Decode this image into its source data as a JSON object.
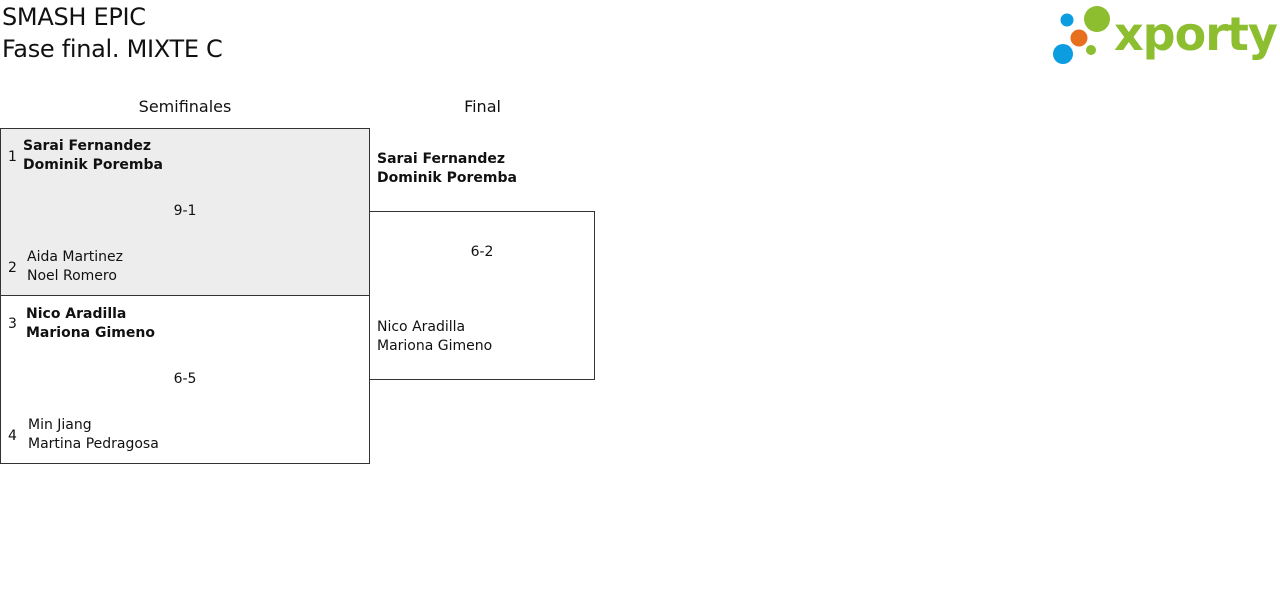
{
  "header": {
    "title_line1": "SMASH EPIC",
    "title_line2": "Fase final. MIXTE C",
    "logo_text": "xporty"
  },
  "colors": {
    "logo_green": "#8cbe2f",
    "logo_blue": "#0b9de0",
    "logo_orange": "#e6701e",
    "highlight_bg": "#ededed"
  },
  "rounds": {
    "semis_label": "Semifinales",
    "final_label": "Final"
  },
  "semifinals": [
    {
      "score": "9-1",
      "top": {
        "seed": "1",
        "players": [
          "Sarai Fernandez",
          "Dominik Poremba"
        ],
        "winner": true
      },
      "bottom": {
        "seed": "2",
        "players": [
          "Aida Martinez",
          "Noel Romero"
        ],
        "winner": false
      }
    },
    {
      "score": "6-5",
      "top": {
        "seed": "3",
        "players": [
          "Nico Aradilla",
          "Mariona Gimeno"
        ],
        "winner": true
      },
      "bottom": {
        "seed": "4",
        "players": [
          "Min Jiang",
          "Martina Pedragosa"
        ],
        "winner": false
      }
    }
  ],
  "final": {
    "score": "6-2",
    "top": {
      "players": [
        "Sarai Fernandez",
        "Dominik Poremba"
      ],
      "winner": true
    },
    "bottom": {
      "players": [
        "Nico Aradilla",
        "Mariona Gimeno"
      ],
      "winner": false
    }
  }
}
